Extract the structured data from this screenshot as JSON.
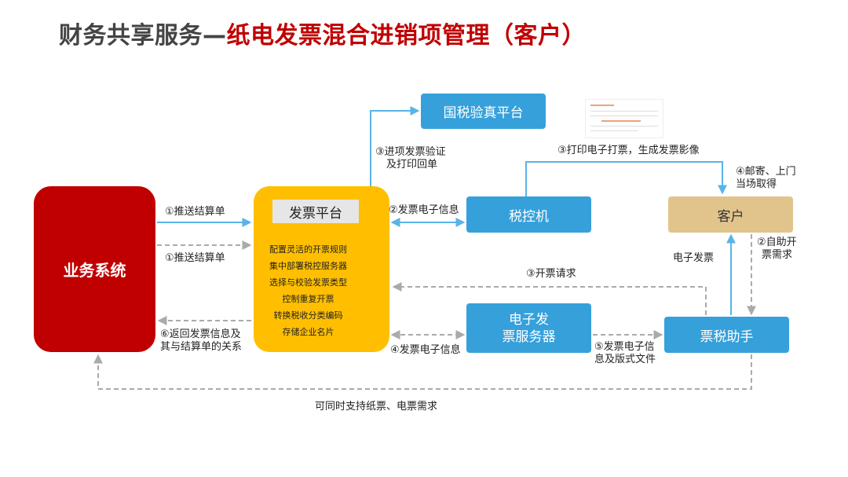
{
  "title": {
    "prefix": "财务共享服务—",
    "main": "纸电发票混合进销项管理（客户）"
  },
  "boxes": {
    "business_system": "业务系统",
    "invoice_platform": "发票平台",
    "national_tax_platform": "国税验真平台",
    "tax_control_machine": "税控机",
    "einvoice_server_line1": "电子发",
    "einvoice_server_line2": "票服务器",
    "ticket_assistant": "票税助手",
    "customer": "客户"
  },
  "platform_features": [
    "配置灵活的开票规则",
    "集中部署税控服务器",
    "选择与校验发票类型",
    "控制重复开票",
    "转换税收分类编码",
    "存储企业名片"
  ],
  "labels": {
    "push_settlement_1": "①推送结算单",
    "push_settlement_2": "①推送结算单",
    "return_invoice_line1": "⑥返回发票信息及",
    "return_invoice_line2": "其与结算单的关系",
    "verify_line1": "③进项发票验证",
    "verify_line2": "及打印回单",
    "einvoice_info_2": "②发票电子信息",
    "einvoice_info_4": "④发票电子信息",
    "print_einvoice": "③打印电子打票，生成发票影像",
    "mail_line1": "④邮寄、上门",
    "mail_line2": "当场取得",
    "self_service_line1": "②自助开",
    "self_service_line2": "票需求",
    "e_invoice": "电子发票",
    "invoice_request": "③开票请求",
    "send_einvoice_line1": "⑤发票电子信",
    "send_einvoice_line2": "息及版式文件",
    "support_both": "可同时支持纸票、电票需求"
  },
  "colors": {
    "red": "#c00000",
    "yellow": "#ffbf00",
    "blue": "#36a0db",
    "tan": "#e0c48c",
    "arrow_blue": "#5ab4e6",
    "dash_gray": "#aaaaaa"
  }
}
